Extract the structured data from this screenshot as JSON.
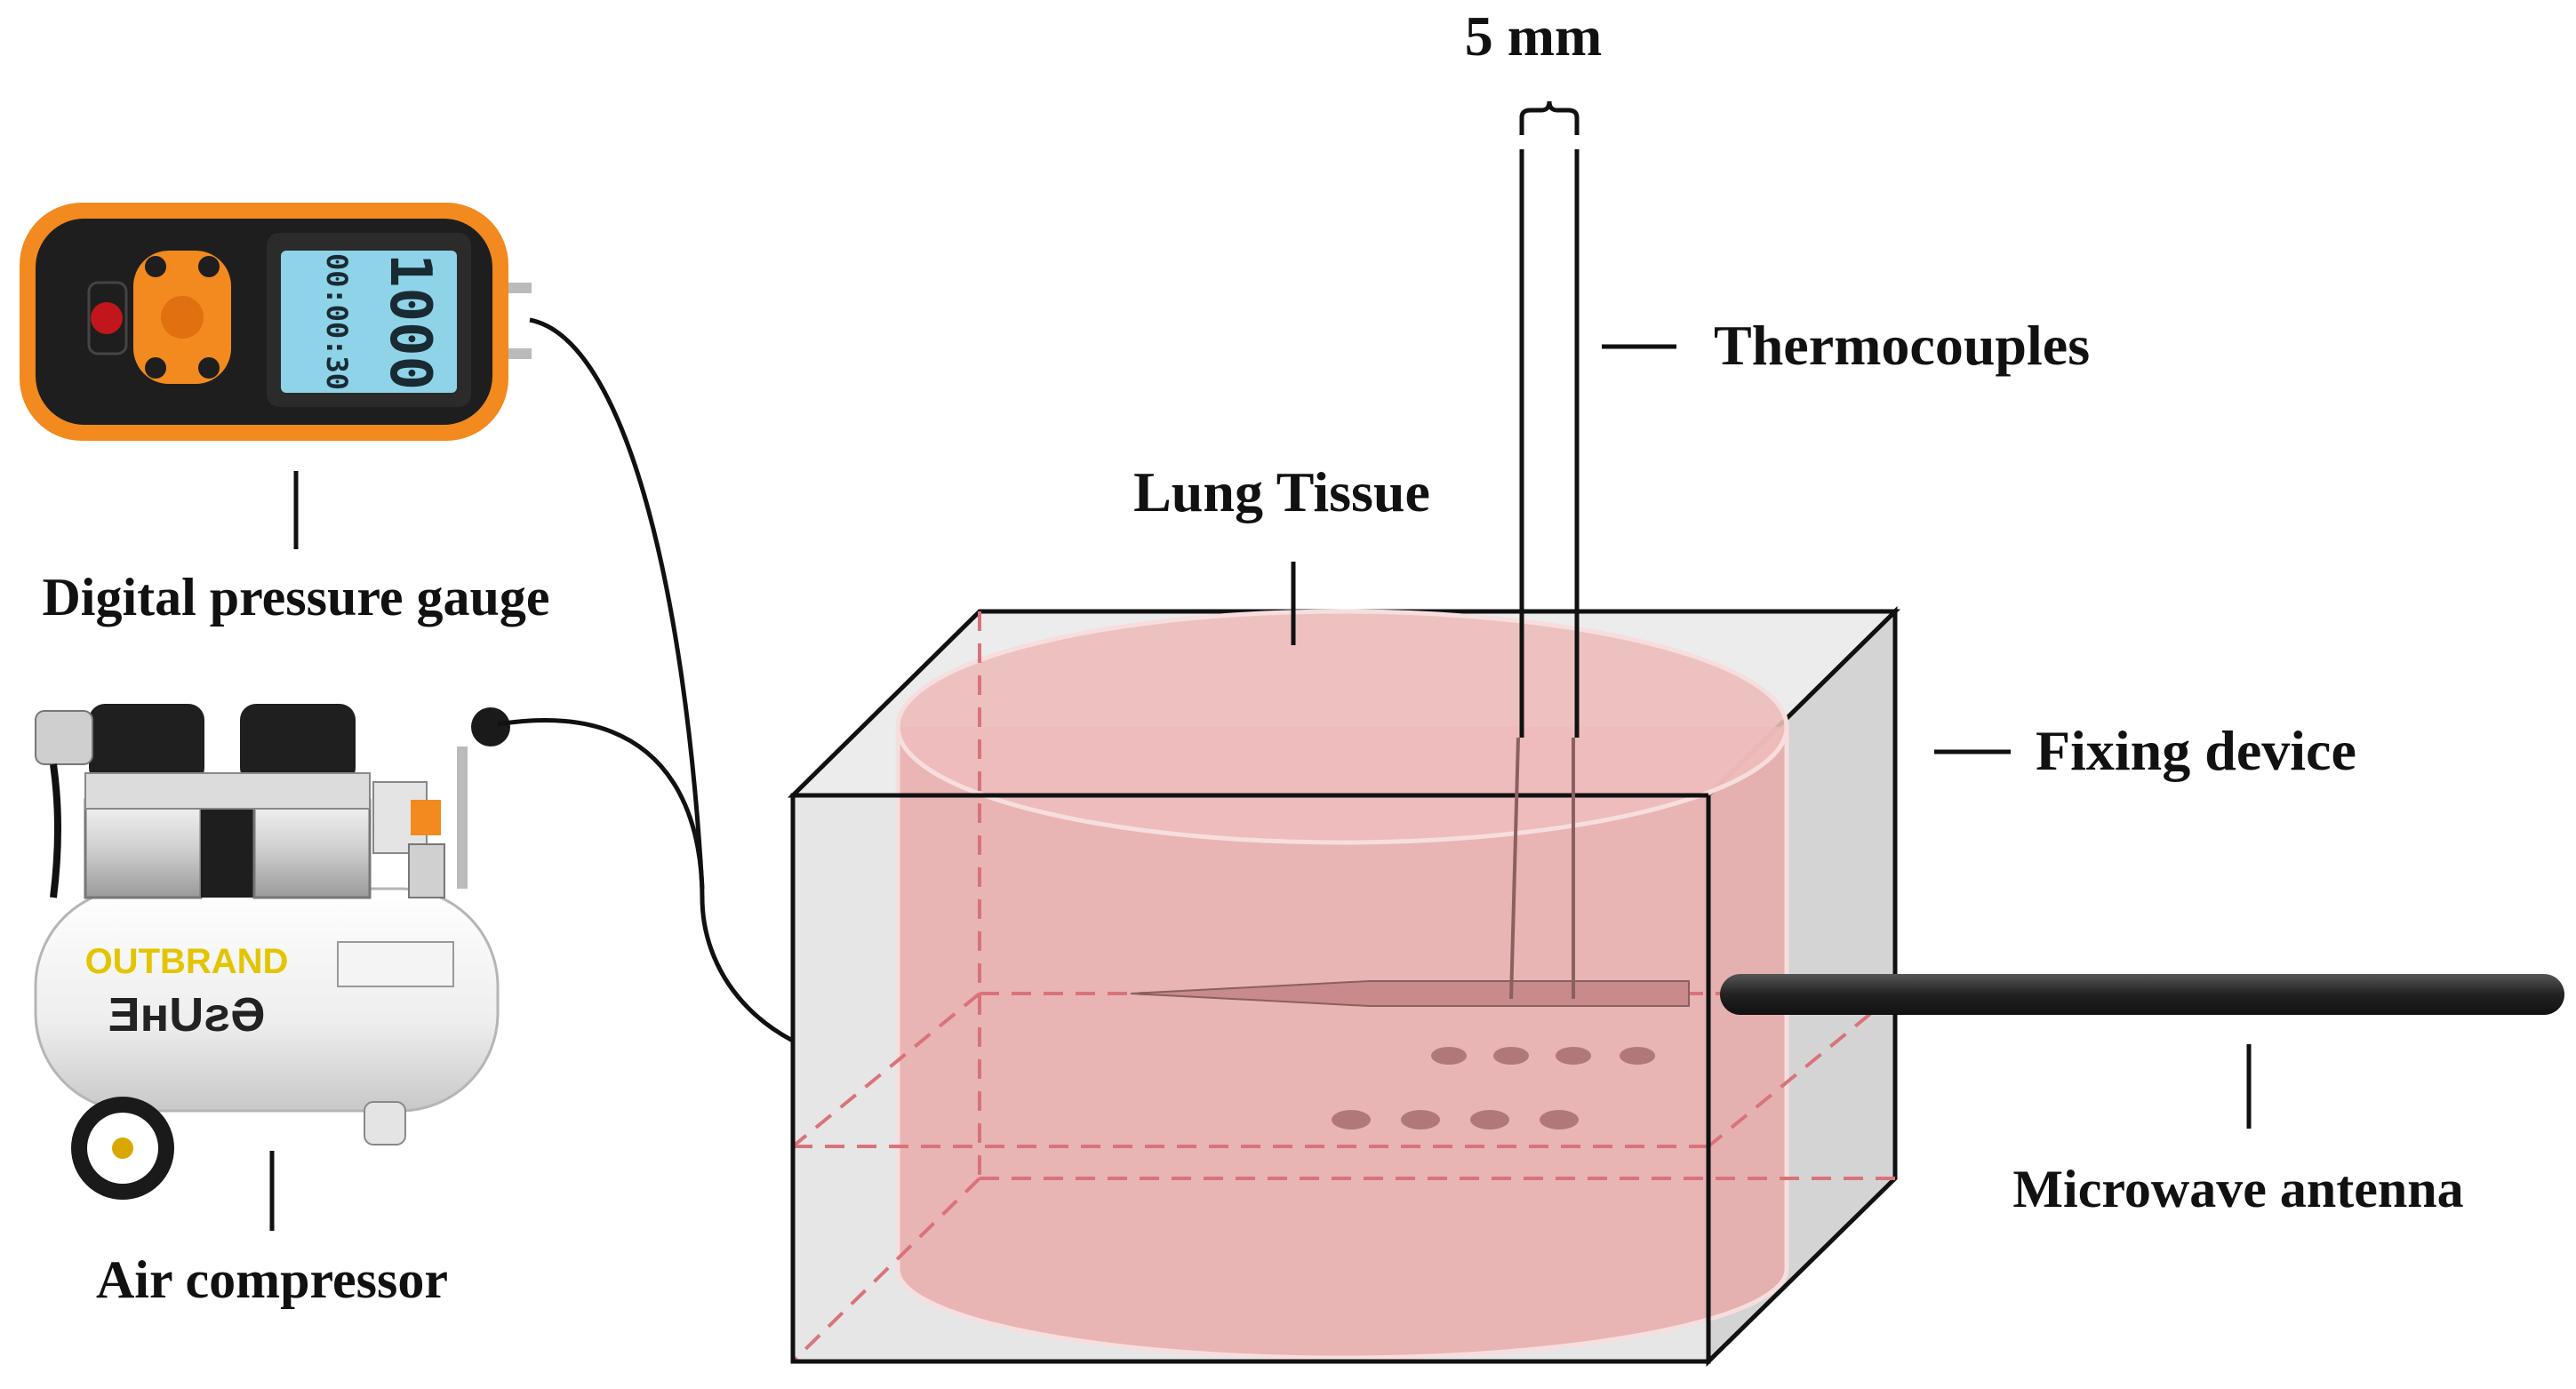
{
  "labels": {
    "dimension": "5 mm",
    "thermocouples": "Thermocouples",
    "lung_tissue": "Lung Tissue",
    "fixing_device": "Fixing device",
    "microwave_antenna": "Microwave antenna",
    "digital_pressure_gauge": "Digital pressure gauge",
    "air_compressor": "Air compressor"
  },
  "gauge": {
    "reading": "1000",
    "time": "00:00:30"
  },
  "compressor": {
    "brand_top": "OUTBRAND",
    "brand_bottom": "ƎʜUƨƏ"
  },
  "colors": {
    "gauge_orange": "#f28a1f",
    "gauge_body": "#1e1e1e",
    "lcd": "#8ed3e8",
    "tissue": "#e9a8a8",
    "tissue_edge": "#f7dede",
    "box_edge": "#111111",
    "box_fill": "#d9d9d9",
    "dashed": "#d9737a",
    "antenna": "#2a2a2a",
    "hole": "#b07878"
  }
}
